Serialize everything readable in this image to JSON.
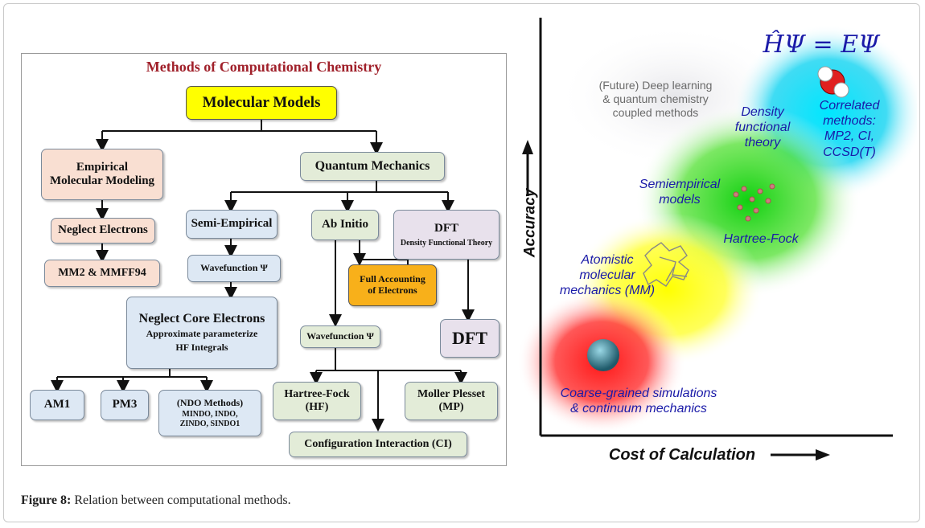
{
  "caption": {
    "label": "Figure 8:",
    "text": "Relation between computational methods."
  },
  "flowchart": {
    "title": "Methods of Computational Chemistry",
    "molecular_models": "Molecular Models",
    "empirical": [
      "Empirical",
      "Molecular Modeling"
    ],
    "neglect_electrons": "Neglect Electrons",
    "mm2": "MM2 & MMFF94",
    "quantum": "Quantum Mechanics",
    "semi_empirical": "Semi-Empirical",
    "wavefunction_left": "Wavefunction Ψ",
    "neglect_core": {
      "title": "Neglect Core Electrons",
      "line1": "Approximate parameterize",
      "line2": "HF Integrals"
    },
    "am1": "AM1",
    "pm3": "PM3",
    "ndo": {
      "title": "(NDO Methods)",
      "line1": "MINDO, INDO,",
      "line2": "ZINDO, SINDO1"
    },
    "ab_initio": "Ab Initio",
    "dft_box": {
      "title": "DFT",
      "subtitle": "Density Functional Theory"
    },
    "full_accounting": [
      "Full Accounting",
      "of Electrons"
    ],
    "wavefunction_mid": "Wavefunction Ψ",
    "dft_big": "DFT",
    "hartree_fock": [
      "Hartree-Fock",
      "(HF)"
    ],
    "moller": [
      "Moller Plesset",
      "(MP)"
    ],
    "ci": "Configuration Interaction (CI)"
  },
  "accuracy_chart": {
    "equation": "ĤΨ = EΨ",
    "y_axis": "Accuracy",
    "x_axis": "Cost of Calculation",
    "labels": {
      "future": [
        "(Future) Deep learning",
        "& quantum chemistry",
        "coupled methods"
      ],
      "dft": [
        "Density",
        "functional",
        "theory"
      ],
      "correlated": [
        "Correlated",
        "methods:",
        "MP2, CI,",
        "CCSD(T)"
      ],
      "semiempirical": [
        "Semiempirical",
        "models"
      ],
      "hartree": "Hartree-Fock",
      "atomistic": [
        "Atomistic",
        "molecular",
        "mechanics (MM)"
      ],
      "coarse": [
        "Coarse-grained simulations",
        "& continuum mechanics"
      ]
    },
    "colors": {
      "label_blue": "#1a1aa8",
      "label_grey": "#6a6a6a",
      "red": "#ff2020",
      "yellow": "#ffff00",
      "green": "#22cc22",
      "cyan": "#00d5f0"
    }
  }
}
